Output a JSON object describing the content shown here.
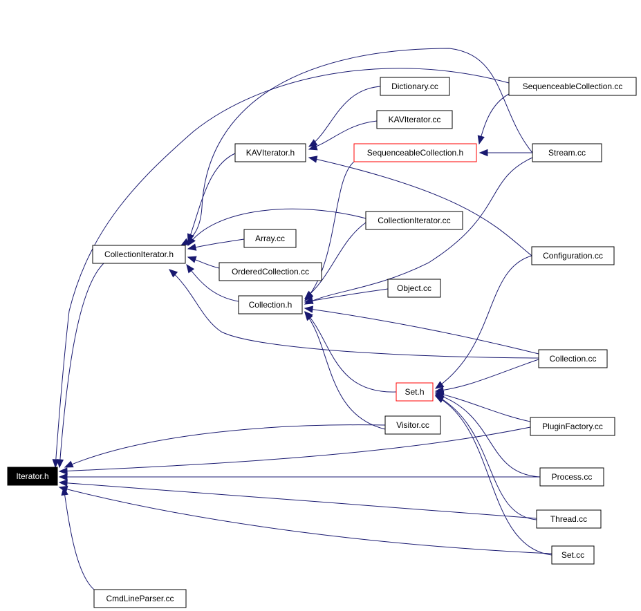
{
  "colors": {
    "edge": "#191970",
    "node_border": "#000000",
    "highlight_border": "#ff0000",
    "root_fill": "#000000",
    "root_text": "#ffffff"
  },
  "nodes": [
    {
      "id": "iterator_h",
      "label": "Iterator.h",
      "style": "root"
    },
    {
      "id": "cmdlineparser_cc",
      "label": "CmdLineParser.cc",
      "style": "normal"
    },
    {
      "id": "collectioniterator_h",
      "label": "CollectionIterator.h",
      "style": "normal"
    },
    {
      "id": "kaviterator_h",
      "label": "KAVIterator.h",
      "style": "normal"
    },
    {
      "id": "dictionary_cc",
      "label": "Dictionary.cc",
      "style": "normal"
    },
    {
      "id": "kaviterator_cc",
      "label": "KAVIterator.cc",
      "style": "normal"
    },
    {
      "id": "seqcoll_h",
      "label": "SequenceableCollection.h",
      "style": "red"
    },
    {
      "id": "seqcoll_cc",
      "label": "SequenceableCollection.cc",
      "style": "normal"
    },
    {
      "id": "stream_cc",
      "label": "Stream.cc",
      "style": "normal"
    },
    {
      "id": "collectioniterator_cc",
      "label": "CollectionIterator.cc",
      "style": "normal"
    },
    {
      "id": "array_cc",
      "label": "Array.cc",
      "style": "normal"
    },
    {
      "id": "orderedcollection_cc",
      "label": "OrderedCollection.cc",
      "style": "normal"
    },
    {
      "id": "collection_h",
      "label": "Collection.h",
      "style": "normal"
    },
    {
      "id": "object_cc",
      "label": "Object.cc",
      "style": "normal"
    },
    {
      "id": "configuration_cc",
      "label": "Configuration.cc",
      "style": "normal"
    },
    {
      "id": "collection_cc",
      "label": "Collection.cc",
      "style": "normal"
    },
    {
      "id": "set_h",
      "label": "Set.h",
      "style": "red"
    },
    {
      "id": "visitor_cc",
      "label": "Visitor.cc",
      "style": "normal"
    },
    {
      "id": "pluginfactory_cc",
      "label": "PluginFactory.cc",
      "style": "normal"
    },
    {
      "id": "process_cc",
      "label": "Process.cc",
      "style": "normal"
    },
    {
      "id": "thread_cc",
      "label": "Thread.cc",
      "style": "normal"
    },
    {
      "id": "set_cc",
      "label": "Set.cc",
      "style": "normal"
    }
  ],
  "edges": [
    {
      "from": "cmdlineparser_cc",
      "to": "iterator_h"
    },
    {
      "from": "collectioniterator_h",
      "to": "iterator_h"
    },
    {
      "from": "seqcoll_cc",
      "to": "iterator_h"
    },
    {
      "from": "visitor_cc",
      "to": "iterator_h"
    },
    {
      "from": "pluginfactory_cc",
      "to": "iterator_h"
    },
    {
      "from": "process_cc",
      "to": "iterator_h"
    },
    {
      "from": "thread_cc",
      "to": "iterator_h"
    },
    {
      "from": "set_cc",
      "to": "iterator_h"
    },
    {
      "from": "kaviterator_h",
      "to": "collectioniterator_h"
    },
    {
      "from": "collectioniterator_cc",
      "to": "collectioniterator_h"
    },
    {
      "from": "array_cc",
      "to": "collectioniterator_h"
    },
    {
      "from": "orderedcollection_cc",
      "to": "collectioniterator_h"
    },
    {
      "from": "collection_h",
      "to": "collectioniterator_h"
    },
    {
      "from": "collection_cc",
      "to": "collectioniterator_h"
    },
    {
      "from": "stream_cc",
      "to": "collectioniterator_h"
    },
    {
      "from": "dictionary_cc",
      "to": "kaviterator_h"
    },
    {
      "from": "kaviterator_cc",
      "to": "kaviterator_h"
    },
    {
      "from": "configuration_cc",
      "to": "kaviterator_h"
    },
    {
      "from": "stream_cc",
      "to": "seqcoll_h"
    },
    {
      "from": "seqcoll_cc",
      "to": "seqcoll_h"
    },
    {
      "from": "seqcoll_h",
      "to": "collection_h"
    },
    {
      "from": "collectioniterator_cc",
      "to": "collection_h"
    },
    {
      "from": "object_cc",
      "to": "collection_h"
    },
    {
      "from": "collection_cc",
      "to": "collection_h"
    },
    {
      "from": "set_h",
      "to": "collection_h"
    },
    {
      "from": "visitor_cc",
      "to": "collection_h"
    },
    {
      "from": "stream_cc",
      "to": "collection_h"
    },
    {
      "from": "configuration_cc",
      "to": "set_h"
    },
    {
      "from": "collection_cc",
      "to": "set_h"
    },
    {
      "from": "pluginfactory_cc",
      "to": "set_h"
    },
    {
      "from": "process_cc",
      "to": "set_h"
    },
    {
      "from": "thread_cc",
      "to": "set_h"
    },
    {
      "from": "set_cc",
      "to": "set_h"
    }
  ]
}
